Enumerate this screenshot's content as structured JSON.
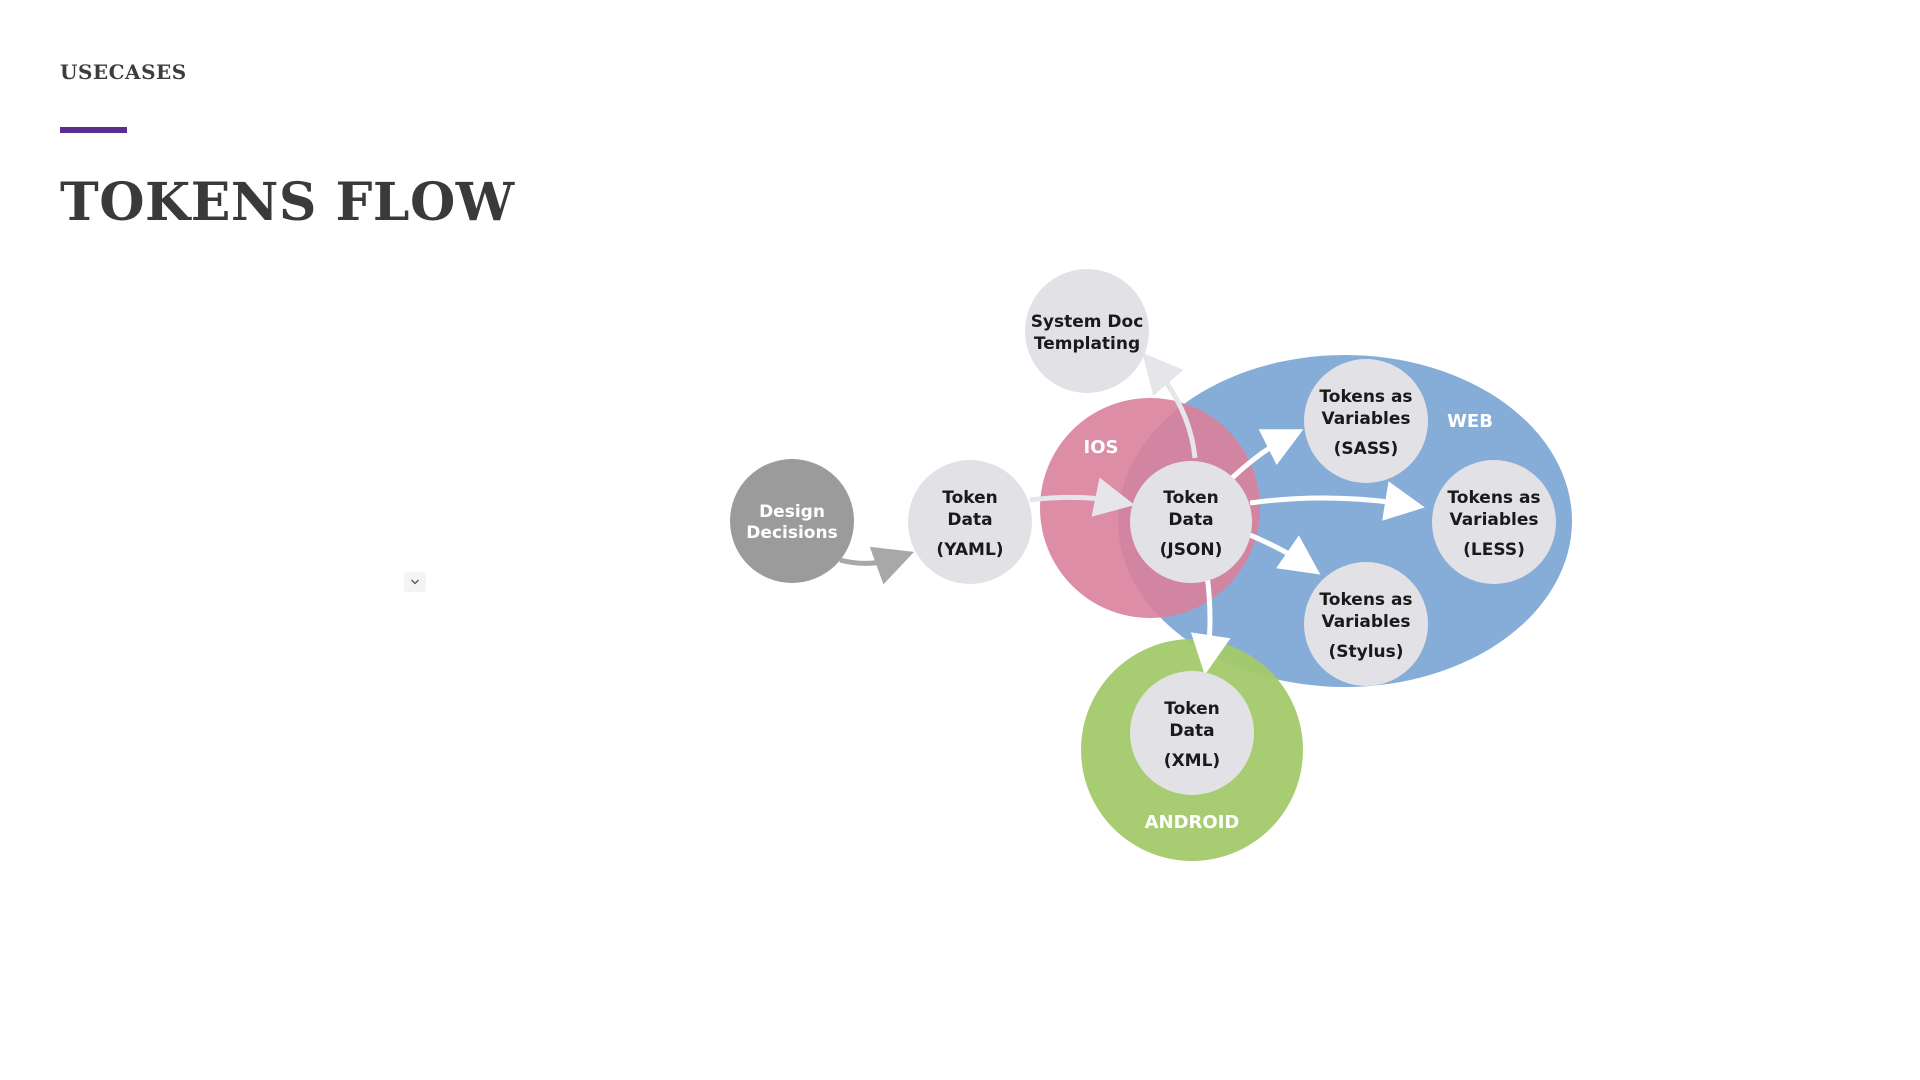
{
  "header": {
    "eyebrow": "USECASES",
    "title": "TOKENS FLOW",
    "accent_color": "#5b2d8e"
  },
  "diagram": {
    "regions": {
      "ios": "IOS",
      "web": "WEB",
      "android": "ANDROID"
    },
    "nodes": {
      "design_decisions": [
        "Design",
        "Decisions"
      ],
      "token_yaml": [
        "Token",
        "Data",
        "(YAML)"
      ],
      "token_json": [
        "Token",
        "Data",
        "(JSON)"
      ],
      "system_doc": [
        "System Doc",
        "Templating"
      ],
      "sass": [
        "Tokens as",
        "Variables",
        "(SASS)"
      ],
      "less": [
        "Tokens as",
        "Variables",
        "(LESS)"
      ],
      "stylus": [
        "Tokens as",
        "Variables",
        "(Stylus)"
      ],
      "token_xml": [
        "Token",
        "Data",
        "(XML)"
      ]
    },
    "colors": {
      "ios": "#d9819b",
      "web": "#7fa8d6",
      "android": "#a3c96a",
      "node": "#e2e2e6",
      "design_node": "#9b9b9b",
      "arrow_gray": "#a8a8a8",
      "arrow_white": "#ffffff"
    }
  },
  "controls": {
    "collapse_icon": "chevron-down-icon"
  }
}
